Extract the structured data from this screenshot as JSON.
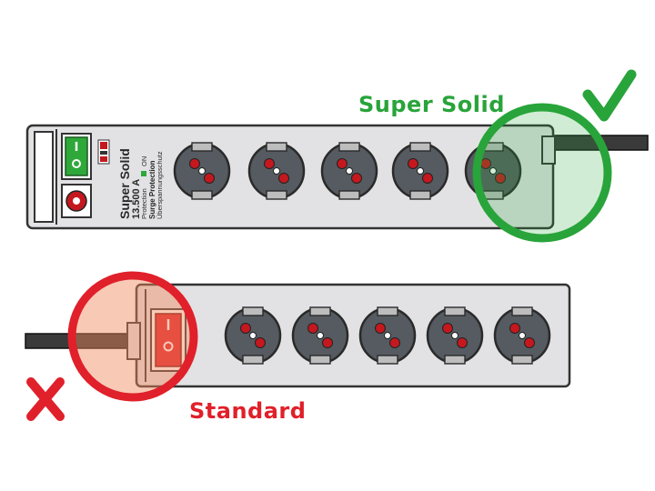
{
  "labels": {
    "super_solid": "Super Solid",
    "standard": "Standard"
  },
  "strip_text": {
    "brand": "Super Solid",
    "rating": "13.500 A",
    "line1": "Protection",
    "line1_on": "ON",
    "line2": "Surge Protection",
    "line3": "Überspannungsschutz"
  },
  "top_strip": {
    "sockets": 5,
    "switch_color": "green"
  },
  "bottom_strip": {
    "sockets": 5,
    "switch_color": "red"
  },
  "marks": {
    "good": "check-mark",
    "bad": "x-mark"
  },
  "colors": {
    "good": "#28a43a",
    "bad": "#e0202a",
    "strip": "#e2e2e4",
    "outline": "#333333",
    "socket": "#555b60",
    "pin": "#c4181e"
  }
}
